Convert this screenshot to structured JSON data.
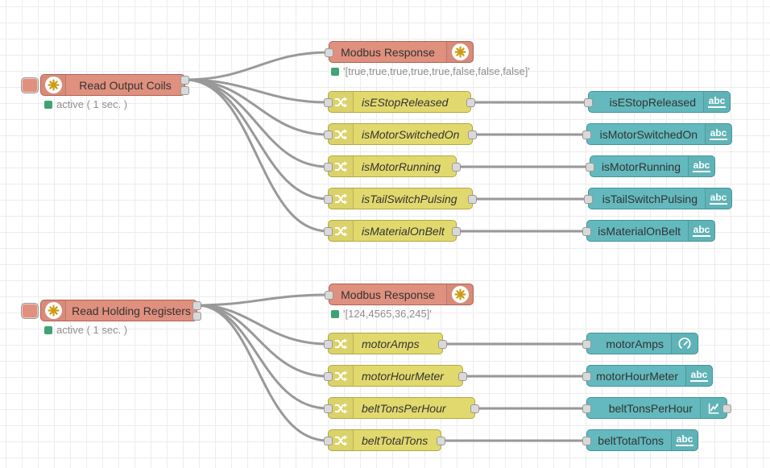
{
  "app": {
    "name": "Node-RED flow canvas"
  },
  "icons": {
    "abc": "abc"
  },
  "colors": {
    "modbus_node": "#e0907e",
    "change_node": "#e2d96e",
    "ui_node": "#63b9bd",
    "status_ok": "#40a376",
    "wire": "#999999",
    "modbus_asterisk": "#cf9b12"
  },
  "flows": {
    "coils": {
      "reader": {
        "label": "Read Output Coils",
        "status": "active ( 1 sec. )"
      },
      "response": {
        "label": "Modbus Response",
        "status": "'[true,true,true,true,true,false,false,false]'"
      },
      "changes": [
        {
          "label": "isEStopReleased"
        },
        {
          "label": "isMotorSwitchedOn"
        },
        {
          "label": "isMotorRunning"
        },
        {
          "label": "isTailSwitchPulsing"
        },
        {
          "label": "isMaterialOnBelt"
        }
      ],
      "outputs": [
        {
          "label": "isEStopReleased",
          "icon": "text"
        },
        {
          "label": "isMotorSwitchedOn",
          "icon": "text"
        },
        {
          "label": "isMotorRunning",
          "icon": "text"
        },
        {
          "label": "isTailSwitchPulsing",
          "icon": "text"
        },
        {
          "label": "isMaterialOnBelt",
          "icon": "text"
        }
      ]
    },
    "registers": {
      "reader": {
        "label": "Read Holding Registers",
        "status": "active ( 1 sec. )"
      },
      "response": {
        "label": "Modbus Response",
        "status": "'[124,4565,36,245]'"
      },
      "changes": [
        {
          "label": "motorAmps"
        },
        {
          "label": "motorHourMeter"
        },
        {
          "label": "beltTonsPerHour"
        },
        {
          "label": "beltTotalTons"
        }
      ],
      "outputs": [
        {
          "label": "motorAmps",
          "icon": "gauge"
        },
        {
          "label": "motorHourMeter",
          "icon": "text"
        },
        {
          "label": "beltTonsPerHour",
          "icon": "chart"
        },
        {
          "label": "beltTotalTons",
          "icon": "text"
        }
      ]
    }
  }
}
